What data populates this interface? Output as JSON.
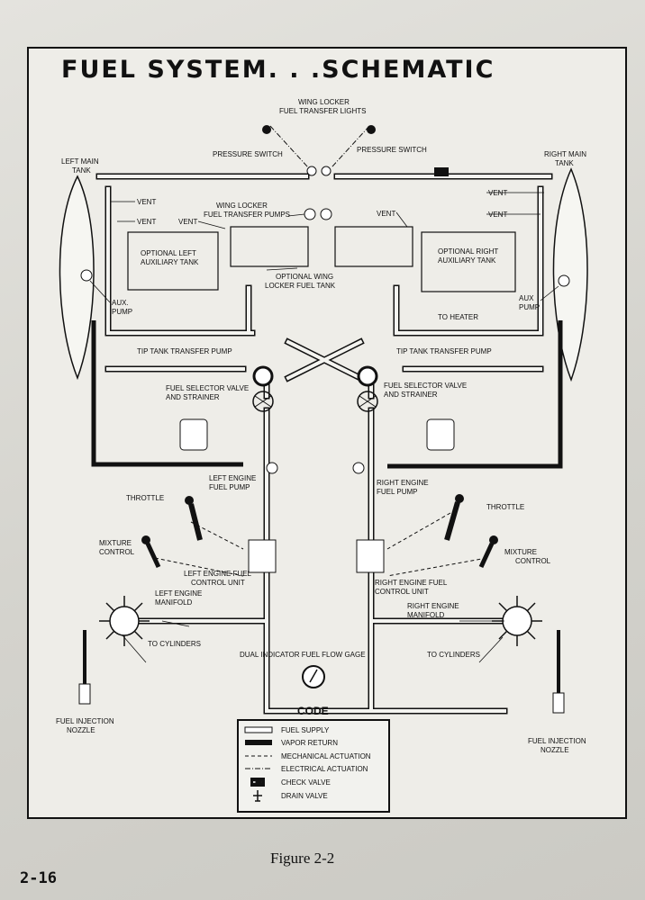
{
  "title": "FUEL SYSTEM. . .SCHEMATIC",
  "caption": "Figure 2-2",
  "page_number": "2-16",
  "labels": {
    "wing_locker_lights": [
      "WING LOCKER",
      "FUEL TRANSFER LIGHTS"
    ],
    "pressure_switch_left": "PRESSURE SWITCH",
    "pressure_switch_right": "PRESSURE SWITCH",
    "left_main_tank": [
      "LEFT MAIN",
      "TANK"
    ],
    "right_main_tank": [
      "RIGHT MAIN",
      "TANK"
    ],
    "vent_1": "VENT",
    "vent_2": "VENT",
    "vent_3": "VENT",
    "vent_4": "VENT",
    "vent_5": "VENT",
    "vent_6": "VENT",
    "wing_locker_pumps": [
      "WING LOCKER",
      "FUEL TRANSFER PUMPS"
    ],
    "opt_left_aux": [
      "OPTIONAL LEFT",
      "AUXILIARY TANK"
    ],
    "opt_right_aux": [
      "OPTIONAL RIGHT",
      "AUXILIARY TANK"
    ],
    "opt_wing_locker": [
      "OPTIONAL WING",
      "LOCKER FUEL TANK"
    ],
    "aux_pump_left": [
      "AUX.",
      "PUMP"
    ],
    "aux_pump_right": [
      "AUX",
      "PUMP"
    ],
    "to_heater": "TO HEATER",
    "tip_tank_left": "TIP TANK TRANSFER PUMP",
    "tip_tank_right": "TIP TANK TRANSFER PUMP",
    "selector_left": [
      "FUEL SELECTOR VALVE",
      "AND STRAINER"
    ],
    "selector_right": [
      "FUEL SELECTOR VALVE",
      "AND STRAINER"
    ],
    "left_engine_pump": [
      "LEFT ENGINE",
      "FUEL PUMP"
    ],
    "right_engine_pump": [
      "RIGHT ENGINE",
      "FUEL PUMP"
    ],
    "throttle_left": "THROTTLE",
    "throttle_right": "THROTTLE",
    "mixture_left": [
      "MIXTURE",
      "CONTROL"
    ],
    "mixture_right": [
      "MIXTURE",
      "CONTROL"
    ],
    "left_fcu": [
      "LEFT ENGINE FUEL",
      "CONTROL UNIT"
    ],
    "right_fcu": [
      "RIGHT ENGINE FUEL",
      "CONTROL UNIT"
    ],
    "left_manifold": [
      "LEFT ENGINE",
      "MANIFOLD"
    ],
    "right_manifold": [
      "RIGHT ENGINE",
      "MANIFOLD"
    ],
    "to_cyl_left": "TO CYLINDERS",
    "to_cyl_right": "TO CYLINDERS",
    "flow_gage": "DUAL INDICATOR FUEL FLOW GAGE",
    "nozzle_left": [
      "FUEL INJECTION",
      "NOZZLE"
    ],
    "nozzle_right": [
      "FUEL INJECTION",
      "NOZZLE"
    ]
  },
  "code": {
    "title": "CODE",
    "items": [
      {
        "label": "FUEL SUPPLY"
      },
      {
        "label": "VAPOR RETURN"
      },
      {
        "label": "MECHANICAL ACTUATION"
      },
      {
        "label": "ELECTRICAL ACTUATION"
      },
      {
        "label": "CHECK VALVE"
      },
      {
        "label": "DRAIN VALVE"
      }
    ]
  },
  "colors": {
    "ink": "#111111",
    "paper": "#eeede8",
    "pipe_fill": "#f4f4f0"
  }
}
